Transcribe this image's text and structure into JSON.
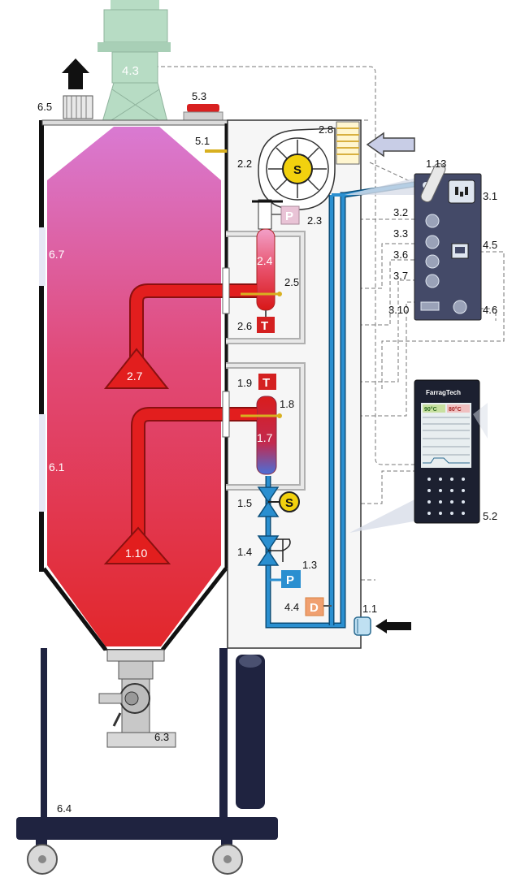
{
  "labels": {
    "motor": "4.3",
    "vent": "6.5",
    "lamp": "5.3",
    "sensor_hopper": "5.1",
    "filter": "2.8",
    "blower": "2.2",
    "pressure_p": "2.3",
    "heater_upper": "2.4",
    "thermo_upper": "2.5",
    "temp_upper": "2.6",
    "nozzle_upper": "2.7",
    "temp_lower": "1.9",
    "thermo_lower": "1.8",
    "heater_lower": "1.7",
    "nozzle_lower": "1.10",
    "valve_upper": "1.5",
    "valve_lower": "1.4",
    "pressure_lower": "1.3",
    "dew_point": "4.4",
    "inlet": "1.1",
    "sight_upper": "6.7",
    "sight_lower": "6.1",
    "discharge": "6.3",
    "frame": "6.4",
    "switch": "1.13",
    "power_socket": "3.1",
    "port_32": "3.2",
    "port_33": "3.3",
    "port_36": "3.6",
    "port_37": "3.7",
    "port_310": "3.10",
    "ethernet": "4.5",
    "port_46": "4.6",
    "controller": "5.2"
  },
  "symbols": {
    "blower": "S",
    "solenoid": "S",
    "pressure": "P",
    "temperature": "T",
    "dew": "D"
  },
  "controller": {
    "brand": "FarragTech",
    "temp_left": "90°C",
    "temp_right": "80°C"
  },
  "colors": {
    "hopper_top": "#d87ad0",
    "hopper_bottom": "#e02a2a",
    "pipe_blue": "#2a8fd0",
    "heater_red": "#e01e1e",
    "symbol_red": "#d42020",
    "symbol_blue": "#2a8fd0",
    "symbol_yellow": "#f2d10e",
    "motor_green": "#b7dcc4",
    "panel_navy": "#3a3f5c",
    "frame_navy": "#1f2340"
  }
}
